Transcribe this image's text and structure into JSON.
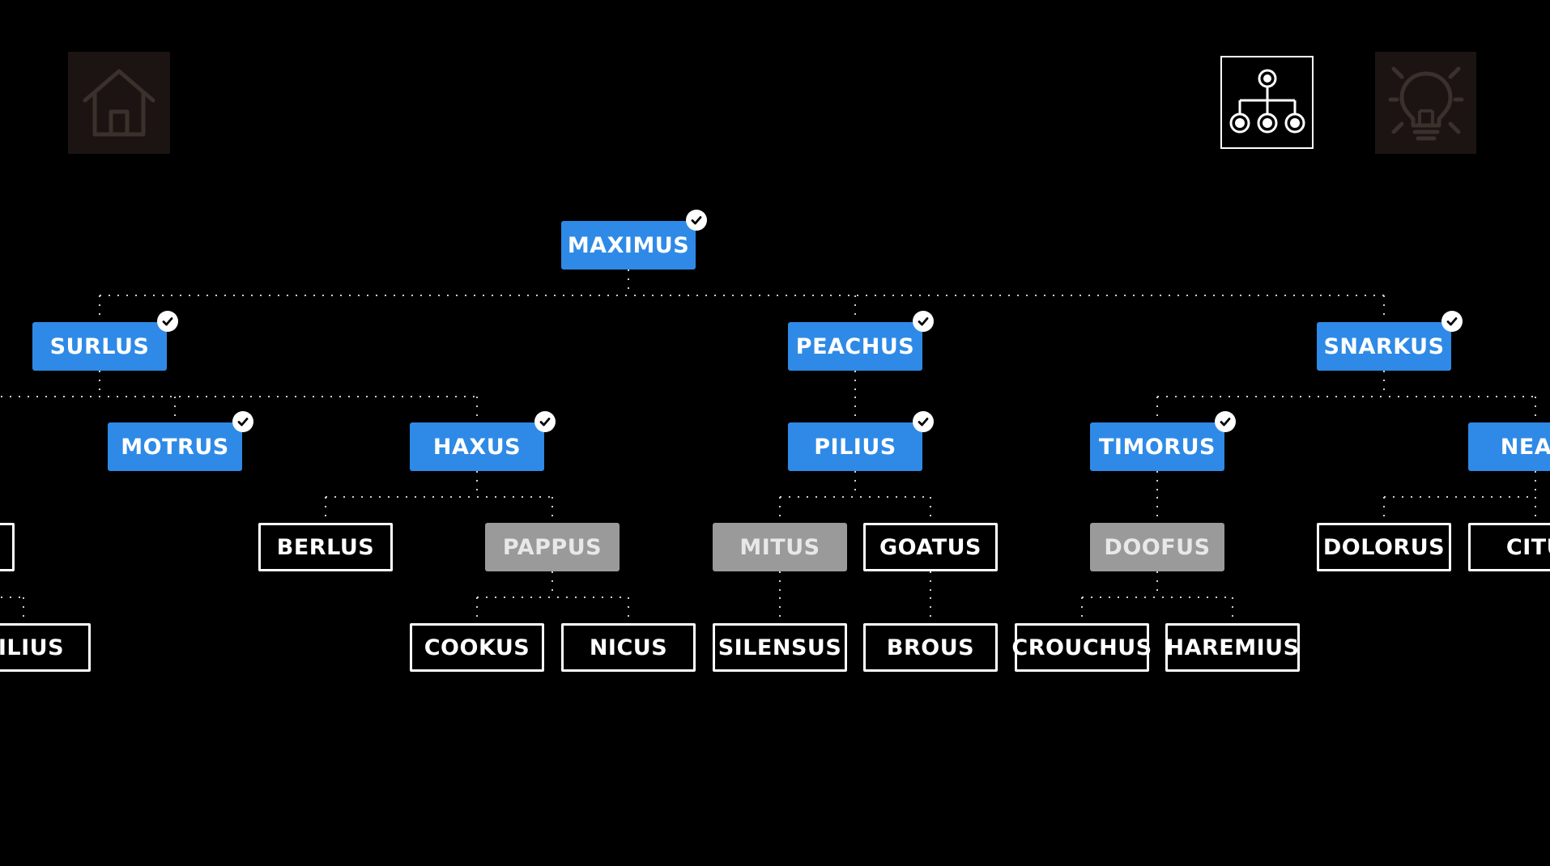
{
  "toolbar": {
    "home_icon": "home-icon",
    "tree_icon": "skill-tree-icon",
    "hint_icon": "lightbulb-icon",
    "home_color": "#1c1412",
    "hint_color": "#1c1412"
  },
  "colors": {
    "unlocked": "#2e8ae6",
    "disabled": "#9a9a9a",
    "locked_border": "#ffffff",
    "background": "#000000"
  },
  "tree": {
    "nodes": [
      {
        "id": "maximus",
        "label": "MAXIMUS",
        "state": "unlocked",
        "checked": true
      },
      {
        "id": "surlus",
        "label": "SURLUS",
        "state": "unlocked",
        "checked": true
      },
      {
        "id": "peachus",
        "label": "PEACHUS",
        "state": "unlocked",
        "checked": true
      },
      {
        "id": "snarkus",
        "label": "SNARKUS",
        "state": "unlocked",
        "checked": true
      },
      {
        "id": "motrus",
        "label": "MOTRUS",
        "state": "unlocked",
        "checked": true
      },
      {
        "id": "haxus",
        "label": "HAXUS",
        "state": "unlocked",
        "checked": true
      },
      {
        "id": "pilius",
        "label": "PILIUS",
        "state": "unlocked",
        "checked": true
      },
      {
        "id": "timorus",
        "label": "TIMORUS",
        "state": "unlocked",
        "checked": true
      },
      {
        "id": "nean",
        "label": "NEAN",
        "state": "unlocked",
        "checked": false
      },
      {
        "id": "left-row3",
        "label": "",
        "state": "locked",
        "checked": false
      },
      {
        "id": "berlus",
        "label": "BERLUS",
        "state": "locked",
        "checked": false
      },
      {
        "id": "pappus",
        "label": "PAPPUS",
        "state": "disabled",
        "checked": false
      },
      {
        "id": "mitus",
        "label": "MITUS",
        "state": "disabled",
        "checked": false
      },
      {
        "id": "goatus",
        "label": "GOATUS",
        "state": "locked",
        "checked": false
      },
      {
        "id": "doofus",
        "label": "DOOFUS",
        "state": "disabled",
        "checked": false
      },
      {
        "id": "dolorus",
        "label": "DOLORUS",
        "state": "locked",
        "checked": false
      },
      {
        "id": "citu",
        "label": "CITU",
        "state": "locked",
        "checked": false
      },
      {
        "id": "filius",
        "label": "FILIUS",
        "state": "locked",
        "checked": false
      },
      {
        "id": "cookus",
        "label": "COOKUS",
        "state": "locked",
        "checked": false
      },
      {
        "id": "nicus",
        "label": "NICUS",
        "state": "locked",
        "checked": false
      },
      {
        "id": "silensus",
        "label": "SILENSUS",
        "state": "locked",
        "checked": false
      },
      {
        "id": "brous",
        "label": "BROUS",
        "state": "locked",
        "checked": false
      },
      {
        "id": "crouchus",
        "label": "CROUCHUS",
        "state": "locked",
        "checked": false
      },
      {
        "id": "haremius",
        "label": "HAREMIUS",
        "state": "locked",
        "checked": false
      }
    ],
    "links": [
      [
        "maximus",
        "surlus"
      ],
      [
        "maximus",
        "peachus"
      ],
      [
        "maximus",
        "snarkus"
      ],
      [
        "surlus",
        "motrus"
      ],
      [
        "surlus",
        "haxus"
      ],
      [
        "surlus",
        "left-row3"
      ],
      [
        "peachus",
        "pilius"
      ],
      [
        "snarkus",
        "timorus"
      ],
      [
        "snarkus",
        "nean"
      ],
      [
        "haxus",
        "berlus"
      ],
      [
        "haxus",
        "pappus"
      ],
      [
        "pilius",
        "mitus"
      ],
      [
        "pilius",
        "goatus"
      ],
      [
        "timorus",
        "doofus"
      ],
      [
        "nean",
        "dolorus"
      ],
      [
        "nean",
        "citu"
      ],
      [
        "left-row3",
        "filius"
      ],
      [
        "pappus",
        "cookus"
      ],
      [
        "pappus",
        "nicus"
      ],
      [
        "mitus",
        "silensus"
      ],
      [
        "goatus",
        "brous"
      ],
      [
        "doofus",
        "crouchus"
      ],
      [
        "doofus",
        "haremius"
      ]
    ]
  }
}
